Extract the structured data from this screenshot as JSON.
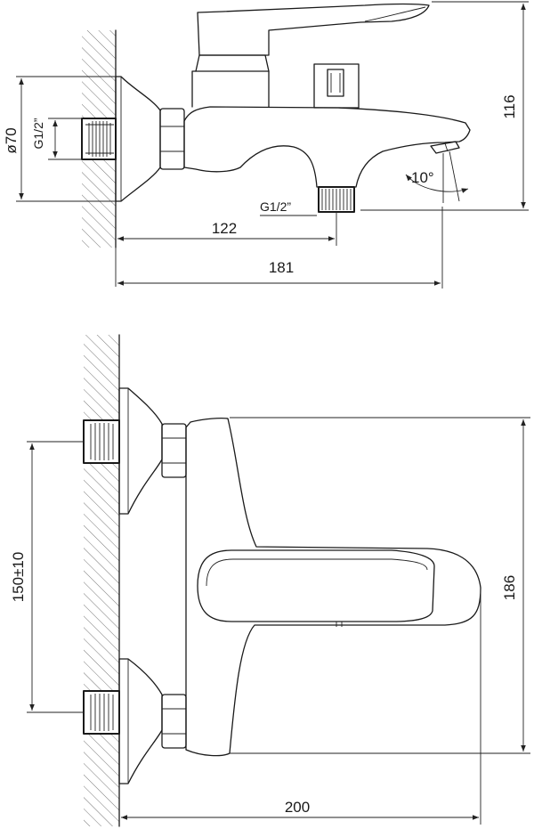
{
  "top_view": {
    "dims": {
      "height": "116",
      "pipe_diameter": "ø70",
      "inlet_thread": "G1/2”",
      "outlet_thread": "G1/2”",
      "outlet_offset": "122",
      "overall_depth": "181",
      "spout_angle": "10°"
    }
  },
  "front_view": {
    "dims": {
      "centers": "150±10",
      "height": "186",
      "width": "200"
    }
  }
}
